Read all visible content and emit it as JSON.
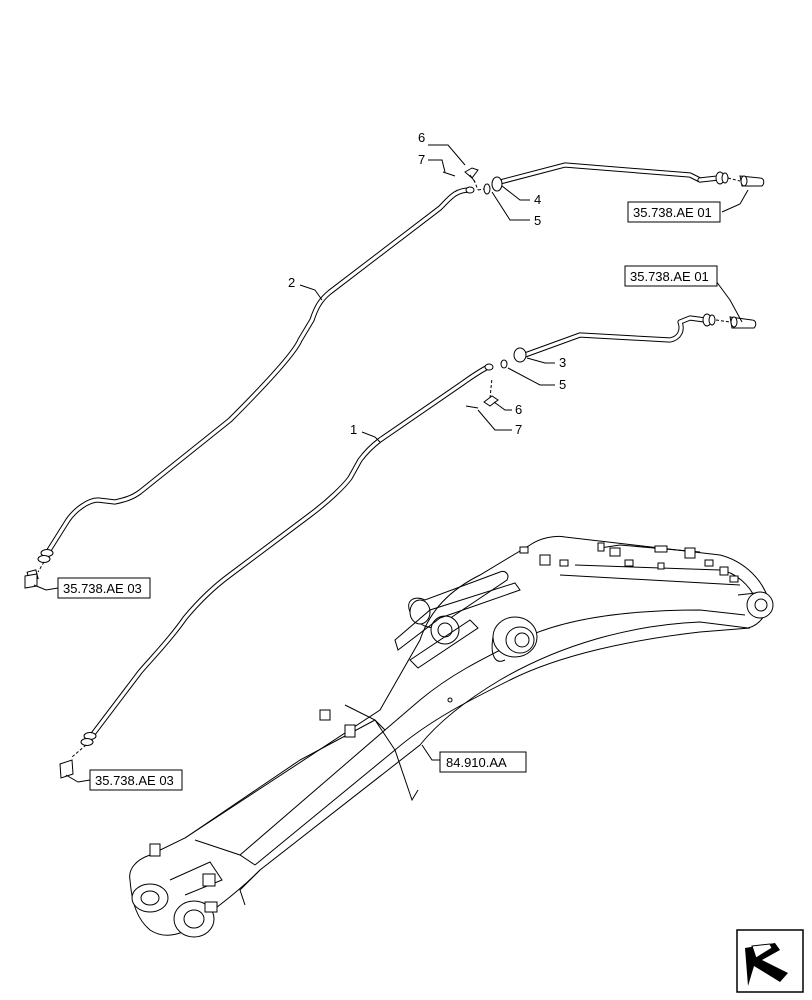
{
  "callouts": {
    "c1": "1",
    "c2": "2",
    "c3": "3",
    "c4": "4",
    "c5_top": "5",
    "c5_mid": "5",
    "c6_top": "6",
    "c6_mid": "6",
    "c7_top": "7",
    "c7_mid": "7"
  },
  "references": {
    "ref_top_right": "35.738.AE 01",
    "ref_mid_right": "35.738.AE 01",
    "ref_left_upper": "35.738.AE 03",
    "ref_left_lower": "35.738.AE 03",
    "ref_boom": "84.910.AA"
  },
  "icons": {
    "navigation": "next-page-arrow-icon"
  }
}
